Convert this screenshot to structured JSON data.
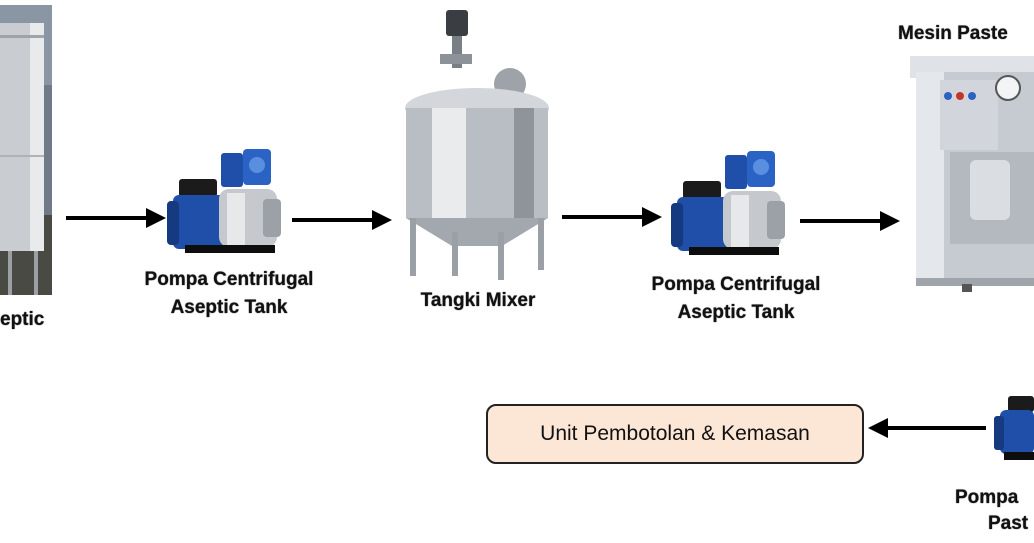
{
  "labels": {
    "tank_left": "eptic",
    "pump1_line1": "Pompa Centrifugal",
    "pump1_line2": "Aseptic Tank",
    "mixer": "Tangki Mixer",
    "pump2_line1": "Pompa Centrifugal",
    "pump2_line2": "Aseptic Tank",
    "pasteur": "Mesin Paste",
    "pump3_line1": "Pompa",
    "pump3_line2": "Past",
    "bottling": "Unit Pembotolan & Kemasan"
  },
  "icons": [
    "aseptic-tank-image",
    "centrifugal-pump-image",
    "mixer-tank-image",
    "pasteurizer-machine-image",
    "arrow-right-icon",
    "arrow-left-icon"
  ],
  "colors": {
    "box_fill": "#fce6d6",
    "pump_blue": "#1f4fa8",
    "steel": "#b9bdc4"
  }
}
